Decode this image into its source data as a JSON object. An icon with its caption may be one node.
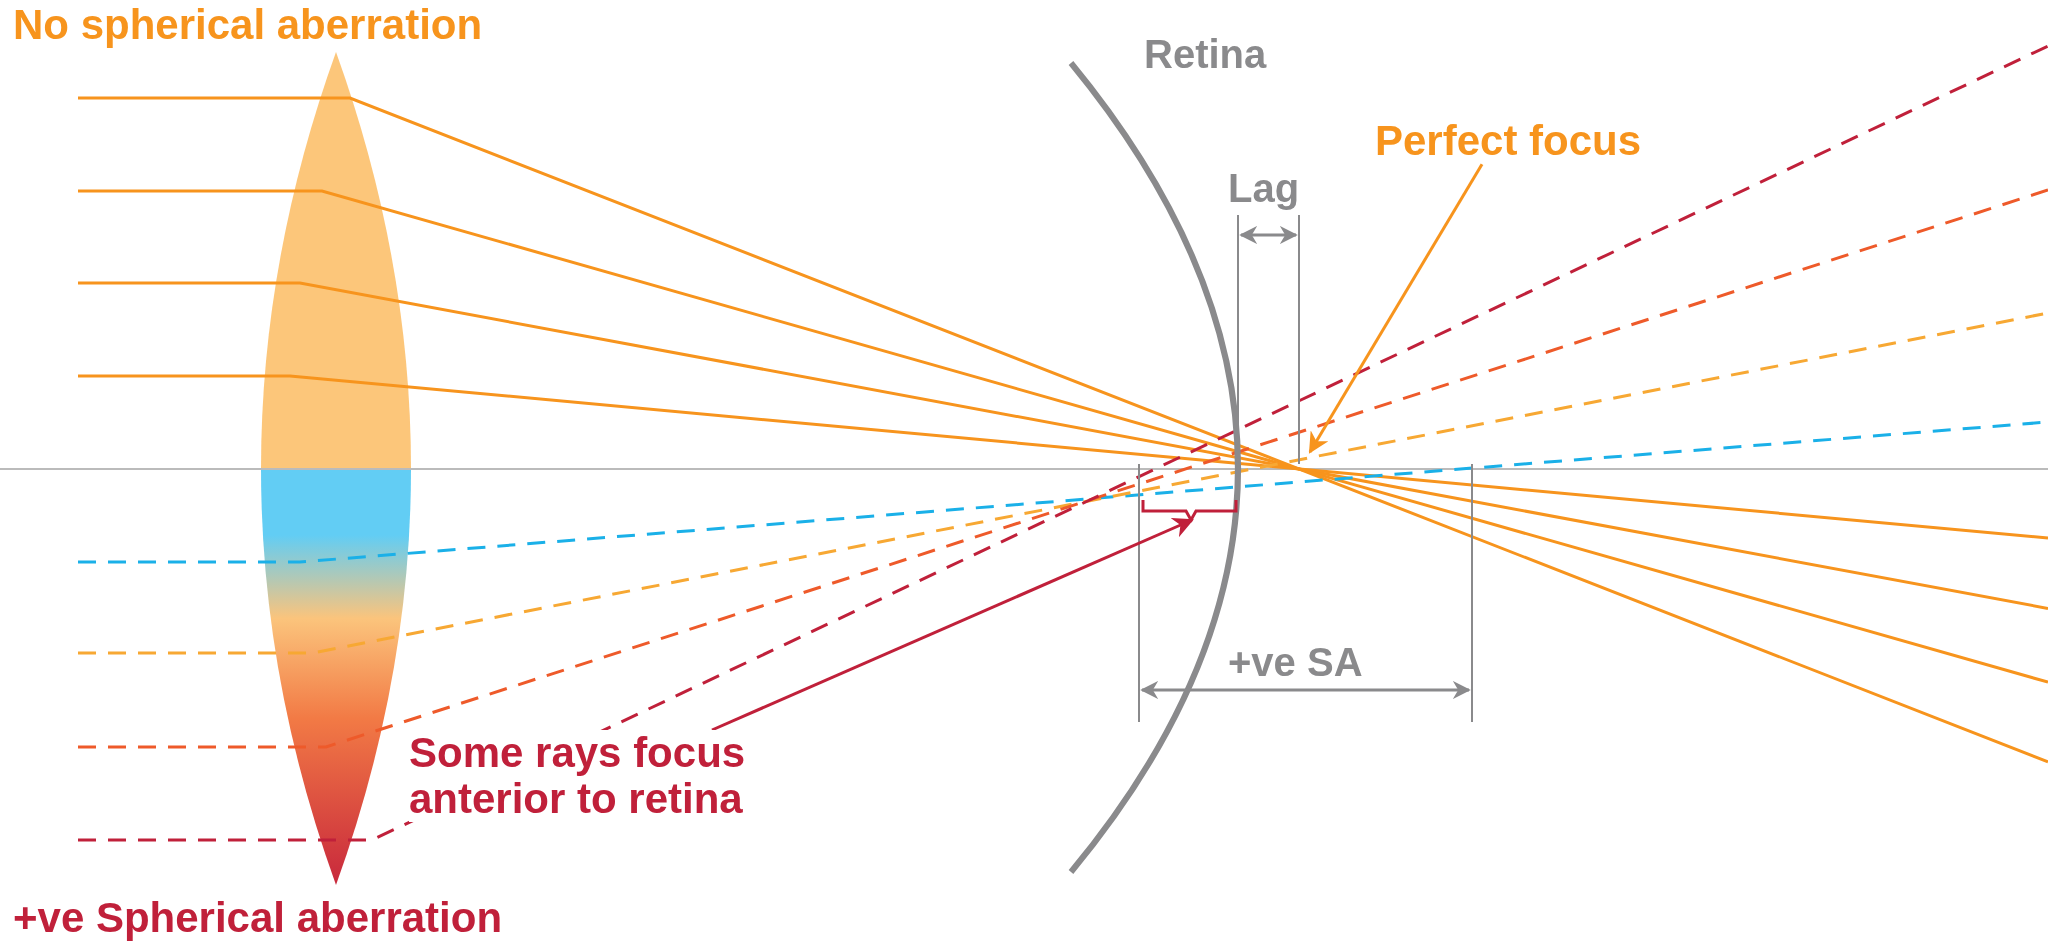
{
  "diagram": {
    "nodes": [
      {
        "text": [
          "Perfect focus"
        ]
      },
      {
        "text": [
          "Some rays focus anterior to retina"
        ]
      }
    ],
    "edges": [
      {
        "from": 0,
        "to": null,
        "arrow": "to"
      },
      {
        "from": 1,
        "to": null,
        "arrow": "to",
        "color": "#c0203a"
      }
    ],
    "labels": [
      "No spherical aberration",
      "Retina",
      "Lag",
      "+ve SA",
      "+ve Spherical aberration"
    ]
  }
}
